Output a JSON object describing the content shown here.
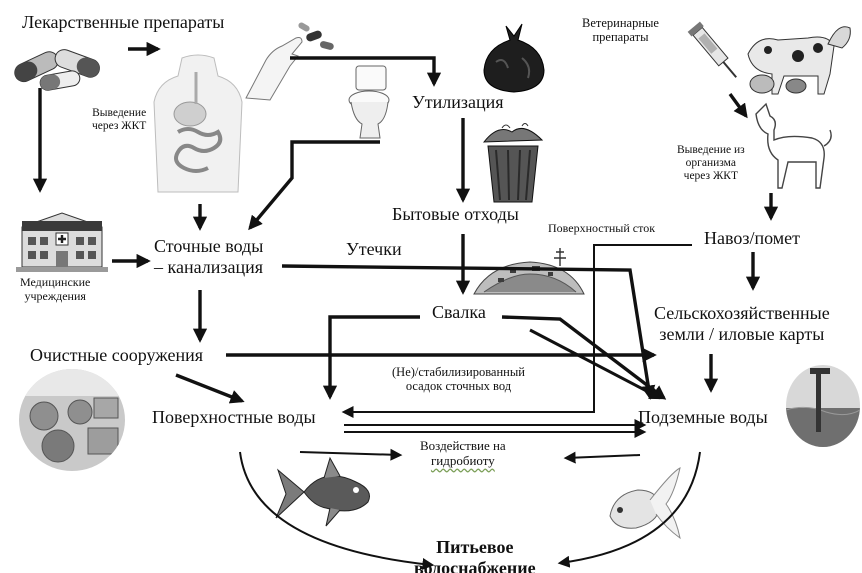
{
  "nodes": {
    "drugs": "Лекарственные препараты",
    "vet_drugs_1": "Ветеринарные",
    "vet_drugs_2": "препараты",
    "gi_excretion_1": "Выведение",
    "gi_excretion_2": "через ЖКТ",
    "vet_excretion_1": "Выведение из",
    "vet_excretion_2": "организма",
    "vet_excretion_3": "через ЖКТ",
    "disposal": "Утилизация",
    "household_waste": "Бытовые отходы",
    "leaks": "Утечки",
    "surface_runoff": "Поверхностный сток",
    "manure": "Навоз/помет",
    "wastewater_1": "Сточные воды",
    "wastewater_2": "– канализация",
    "medical_1": "Медицинские",
    "medical_2": "учреждения",
    "landfill": "Свалка",
    "agri_1": "Сельскохозяйственные",
    "agri_2": "земли / иловые карты",
    "treatment": "Очистные сооружения",
    "sludge_1": "(Не)/стабилизированный",
    "sludge_2": "осадок сточных вод",
    "surface_water": "Поверхностные воды",
    "groundwater": "Подземные воды",
    "hydrobiota_1": "Воздействие на",
    "hydrobiota_2": "гидробиоту",
    "drinking_1": "Питьевое",
    "drinking_2": "водоснабжение"
  },
  "colors": {
    "ink": "#111111",
    "accent_underline": "#7da05a"
  },
  "icons": [
    "capsules-icon",
    "human-digestive-icon",
    "hand-pills-icon",
    "toilet-icon",
    "trash-bag-icon",
    "syringe-icon",
    "animals-icon",
    "trash-can-icon",
    "dog-icon",
    "hospital-icon",
    "landfill-icon",
    "treatment-plant-icon",
    "fish-icon",
    "goldfish-icon",
    "well-icon"
  ]
}
